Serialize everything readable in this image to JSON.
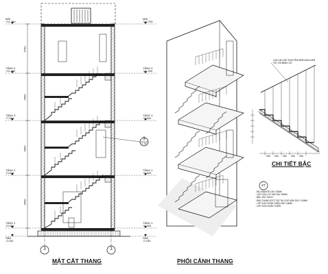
{
  "titles": {
    "section": "MẶT CẮT THANG",
    "perspective": "PHỐI CẢNH THANG",
    "detail": "CHI TIẾT BẬC"
  },
  "levels": {
    "left": [
      {
        "name": "MÁI",
        "elev": "+14.750"
      },
      {
        "name": "TẦNG 4",
        "elev": "+11.000"
      },
      {
        "name": "TẦNG 3",
        "elev": "+7.600"
      },
      {
        "name": "TẦNG 2",
        "elev": "+3.600"
      },
      {
        "name": "TẦNG 1",
        "elev": "+0.000"
      },
      {
        "name": "SÂN",
        "elev": "-0.150"
      }
    ],
    "right": [
      {
        "name": "MÁI",
        "elev": "+14.750"
      },
      {
        "name": "TẦNG 4",
        "elev": "+11.000"
      },
      {
        "name": "TẦNG 3",
        "elev": "+7.600"
      },
      {
        "name": "TẦNG 2",
        "elev": "+3.600"
      },
      {
        "name": "TẦNG 1",
        "elev": "+0.000"
      },
      {
        "name": "SÂN",
        "elev": "-0.150"
      }
    ]
  },
  "dimensions": [
    "3750",
    "3400",
    "4000",
    "3600"
  ],
  "grid_markers": {
    "bottom": "3",
    "side": "3",
    "side_sub": "C-02"
  },
  "detail": {
    "handrail_note_1": "LAN CAN SẮT SƠN TĨNH ĐIỆN MÀU ĐEN",
    "handrail_note_2": "TAY VỊN BẰNG GỖ",
    "tread_widths": [
      "260",
      "260",
      "260",
      "260",
      "260"
    ],
    "marker": "ST"
  },
  "layers": [
    "- ĐÁ GRANITE DÀY 20MM",
    "- LỚP VỮA LÓT #50 DÀY 30MM",
    "- BẬC XÂY GẠCH",
    "- BẢN THANG BTCT ĐỔ TẠI CHỖ #250 DÀY 120MM",
    "- LỚP VỮA HOÀN THIỆN DÀY 15MM",
    "- LỚP SƠN HOÀN THIỆN"
  ]
}
